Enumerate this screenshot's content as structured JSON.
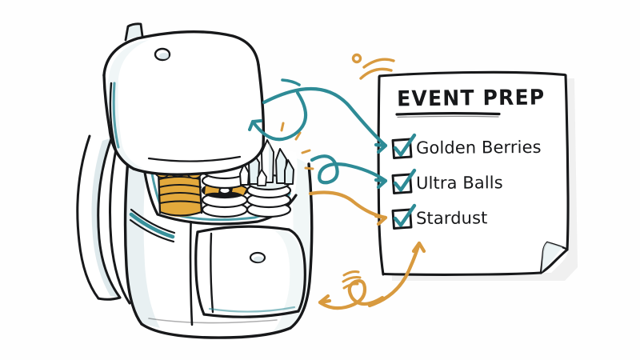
{
  "scene": {
    "title": "Event Prep checklist with packed backpack",
    "background_color": "#fefefe"
  },
  "palette": {
    "ink": "#17181a",
    "teal": "#2e8b96",
    "teal_deep": "#2c7b87",
    "orange": "#d89a3f",
    "gold": "#e3a93c",
    "gold_light": "#f0c060",
    "pale_blue": "#d6e4e7",
    "paper": "#ffffff"
  },
  "checklist": {
    "title": "EVENT PREP",
    "paper_name": "event-prep-note",
    "items": [
      {
        "label": "Golden Berries",
        "checked": true,
        "check_color": "#2e8b96"
      },
      {
        "label": "Ultra Balls",
        "checked": true,
        "check_color": "#2e8b96"
      },
      {
        "label": "Stardust",
        "checked": true,
        "check_color": "#2e8b96"
      }
    ]
  },
  "backpack": {
    "name": "open-backpack",
    "flap_open": true,
    "contents": [
      {
        "name": "golden-berries-stack",
        "color": "#e3a93c"
      },
      {
        "name": "ultra-ball-stack",
        "color": "#17181a"
      },
      {
        "name": "stardust-crystals",
        "color": "#e6f2f4"
      }
    ],
    "front_pocket": "front-pocket",
    "strap_count": 2,
    "accent_color": "#2c7b87"
  },
  "annotations": {
    "arrows": [
      {
        "name": "arrow-flap-to-bag",
        "color": "#2e8b96",
        "direction": "down-left"
      },
      {
        "name": "arrow-bag-to-golden-berries",
        "color": "#2e8b96",
        "direction": "right"
      },
      {
        "name": "arrow-bag-to-ultra-balls",
        "color": "#2e8b96",
        "direction": "right"
      },
      {
        "name": "arrow-bag-to-stardust",
        "color": "#d89a3f",
        "direction": "right"
      },
      {
        "name": "arrow-note-to-bag",
        "color": "#d89a3f",
        "direction": "left"
      },
      {
        "name": "arrow-up-to-note",
        "color": "#d89a3f",
        "direction": "up"
      }
    ],
    "sparkles": [
      {
        "name": "sparkle-top-orange",
        "color": "#d89a3f"
      },
      {
        "name": "sparkle-bottom-orange",
        "color": "#d89a3f"
      },
      {
        "name": "sparkle-crystal-gold",
        "color": "#e3a93c"
      }
    ]
  }
}
